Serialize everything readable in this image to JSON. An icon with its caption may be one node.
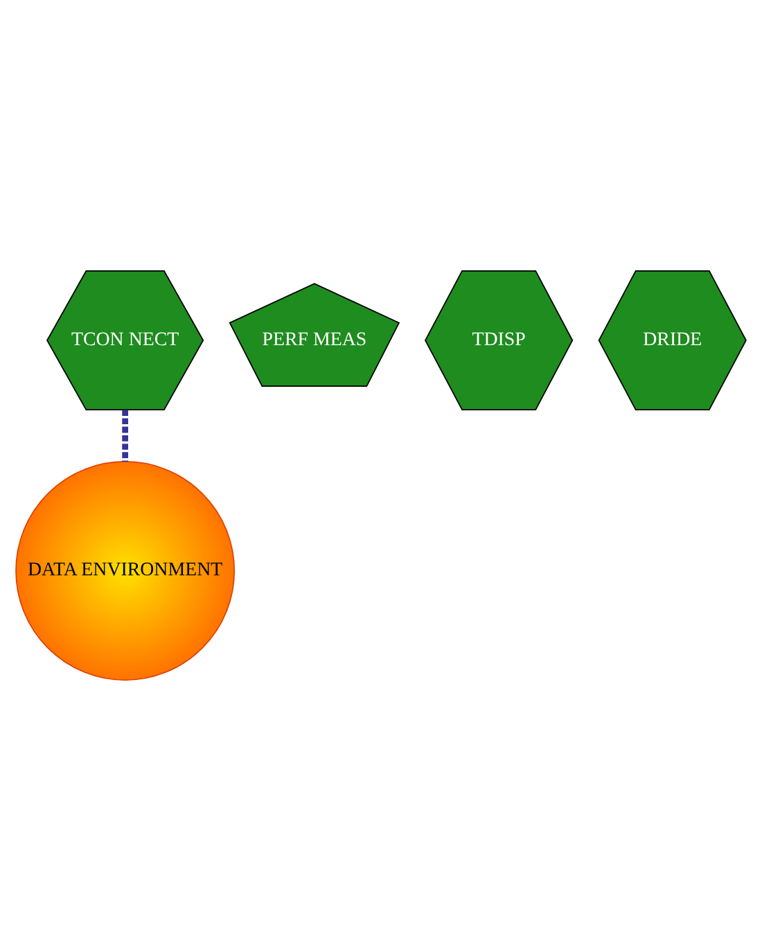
{
  "diagram": {
    "nodes": [
      {
        "text": [
          "DATA ENVIRONMENT"
        ]
      },
      {
        "text": [
          "PERF MEAS"
        ]
      },
      {
        "text": [
          "TCON NECT"
        ]
      },
      {
        "text": [
          "TDISP"
        ]
      },
      {
        "text": [
          "DRIDE"
        ]
      }
    ],
    "edges": [
      {
        "from": 2,
        "to": 0,
        "arrow": "none",
        "style": "dashed",
        "color": "#333399"
      }
    ]
  }
}
